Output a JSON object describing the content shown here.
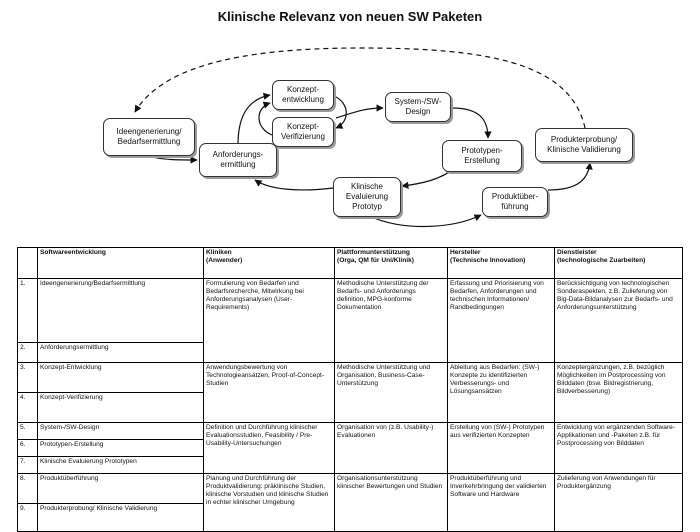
{
  "title": "Klinische Relevanz von neuen SW Paketen",
  "nodes": {
    "ideen": "Ideengenerierung/\nBedarfsermittlung",
    "anforderung": "Anforderungs-\nermittlung",
    "konzept_entwicklung": "Konzept-\nentwicklung",
    "konzept_verifizierung": "Konzept-\nVerifizierung",
    "system_design": "System-/SW-\nDesign",
    "prototypen": "Prototypen-\nErstellung",
    "produkterprobung": "Produkterprobung/\nKlinische Validierung",
    "evaluierung": "Klinische\nEvaluierung\nPrototyp",
    "produktueberfuehrung": "Produktüber-\nführung"
  },
  "table": {
    "headers": [
      {
        "title": "Softwareentwicklung",
        "sub": ""
      },
      {
        "title": "Kliniken",
        "sub": "(Anwender)"
      },
      {
        "title": "Plattformunterstützung",
        "sub": "(Orga, QM für Uni/Klinik)"
      },
      {
        "title": "Hersteller",
        "sub": "(Technische Innovation)"
      },
      {
        "title": "Dienstleister",
        "sub": "(technologische Zuarbeiten)"
      }
    ],
    "steps": [
      {
        "num": "1.",
        "label": "Ideengenerierung/Bedarfsermittlung"
      },
      {
        "num": "2.",
        "label": "Anforderungsermittlung"
      },
      {
        "num": "3.",
        "label": "Konzept-Entwicklung"
      },
      {
        "num": "4.",
        "label": "Konzept-Verifizierung"
      },
      {
        "num": "5.",
        "label": "System-/SW-Design"
      },
      {
        "num": "6.",
        "label": "Prototypen-Erstellung"
      },
      {
        "num": "7.",
        "label": "Klinische Evaluierung Prototypen"
      },
      {
        "num": "8.",
        "label": "Produktüberführung"
      },
      {
        "num": "9.",
        "label": "Produkterprobung/ Klinische Validierung"
      }
    ],
    "groups": [
      {
        "kliniken": "Formulierung von Bedarfen und Bedarfsrecherche, Mitwirkung bei Anforderungsanalysen (User-Requirements)",
        "plattform": "Methodische Unterstützung der Bedarfs- und Anforderungs definition, MPG-konforme Dokumentation",
        "hersteller": "Erfassung und Priorisierung von Bedarfen, Anforderungen und technischen Informationen/ Randbedingungen",
        "dienstleister": "Berücksichtigung von technologischen Sonderaspekten, z.B. Zulieferung von Big-Data-Bildanalysen zur Bedarfs- und Anforderungsunterstützung"
      },
      {
        "kliniken": "Anwendungsbewertung von Technologieansätzen, Proof-of-Concept-Studien",
        "plattform": "Methodische Unterstützung und Organisation, Business-Case-Unterstützung",
        "hersteller": "Ableitung aus Bedarfen: (SW-) Konzepte zu identifizierten Verbesserungs- und Lösungsansätzen",
        "dienstleister": "Konzeptergänzungen, z.B. bezüglich Möglichkeiten im Postprocessing von Bilddaten (bsw. Bildregistrierung, Bildverbesserung)"
      },
      {
        "kliniken": "Definition und Durchführung klinischer Evaluationsstudien, Feasibility / Pre-Usability-Untersuchungen",
        "plattform": "Organisation von (z.B. Usability-) Evaluationen",
        "hersteller": "Erstellung von (SW-) Prototypen aus verifizierten Konzepten",
        "dienstleister": "Entwicklung von ergänzenden Software-Applikationen und -Paketen z.B. für Postprocessing von Bilddaten"
      },
      {
        "kliniken": "Planung und Durchführung der Produktvalidierung: präklinische Studien, klinische Vorstudien und klinische Studien in echter klinischer Umgebung",
        "plattform": "Organisationsunterstützung klinischer Bewertungen und Studien",
        "hersteller": "Produktüberführung und Inverkehrbringung der validierten Software und Hardware",
        "dienstleister": "Zulieferung von Anwendungen für Produktergänzung"
      }
    ]
  }
}
